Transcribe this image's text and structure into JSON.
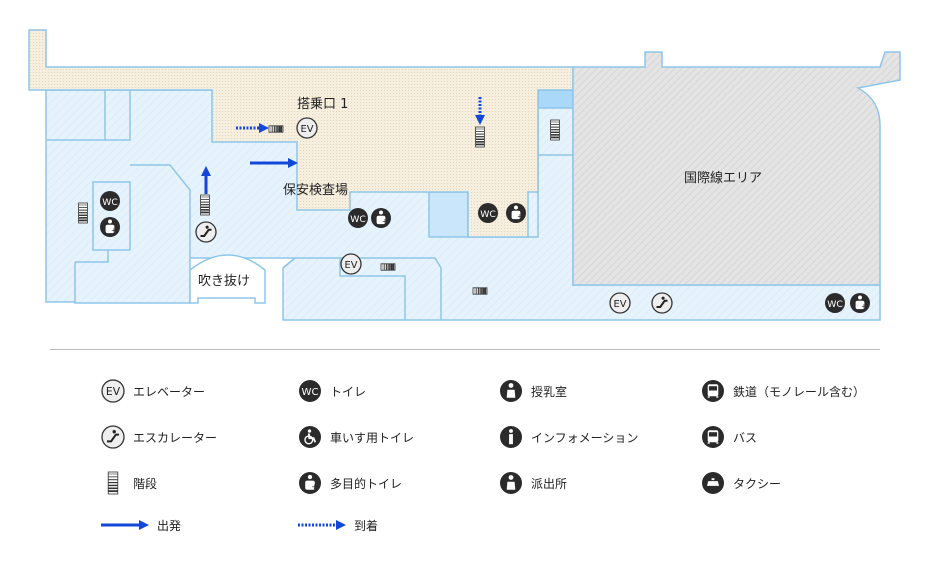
{
  "map": {
    "labels": {
      "gate": "搭乗口 1",
      "security": "保安検査場",
      "international": "国際線エリア",
      "atrium": "吹き抜け"
    },
    "icon_text": {
      "ev": "EV",
      "wc": "WC"
    },
    "colors": {
      "floor": "#e4f2fc",
      "wall": "#8ec6ea",
      "restricted": "#f4eddc",
      "international": "#e2e2e2",
      "arrow": "#1347d8",
      "icon_dark": "#2b2b2b"
    }
  },
  "legend": [
    {
      "icon": "elevator-icon",
      "label": "エレベーター"
    },
    {
      "icon": "toilet-icon",
      "label": "トイレ"
    },
    {
      "icon": "nursing-room-icon",
      "label": "授乳室"
    },
    {
      "icon": "railway-icon",
      "label": "鉄道（モノレール含む）"
    },
    {
      "icon": "escalator-icon",
      "label": "エスカレーター"
    },
    {
      "icon": "wheelchair-toilet-icon",
      "label": "車いす用トイレ"
    },
    {
      "icon": "information-icon",
      "label": "インフォメーション"
    },
    {
      "icon": "bus-icon",
      "label": "バス"
    },
    {
      "icon": "stairs-icon",
      "label": "階段"
    },
    {
      "icon": "multipurpose-toilet-icon",
      "label": "多目的トイレ"
    },
    {
      "icon": "police-box-icon",
      "label": "派出所"
    },
    {
      "icon": "taxi-icon",
      "label": "タクシー"
    },
    {
      "icon": "departure-arrow-icon",
      "label": "出発"
    },
    {
      "icon": "arrival-arrow-icon",
      "label": "到着"
    }
  ]
}
